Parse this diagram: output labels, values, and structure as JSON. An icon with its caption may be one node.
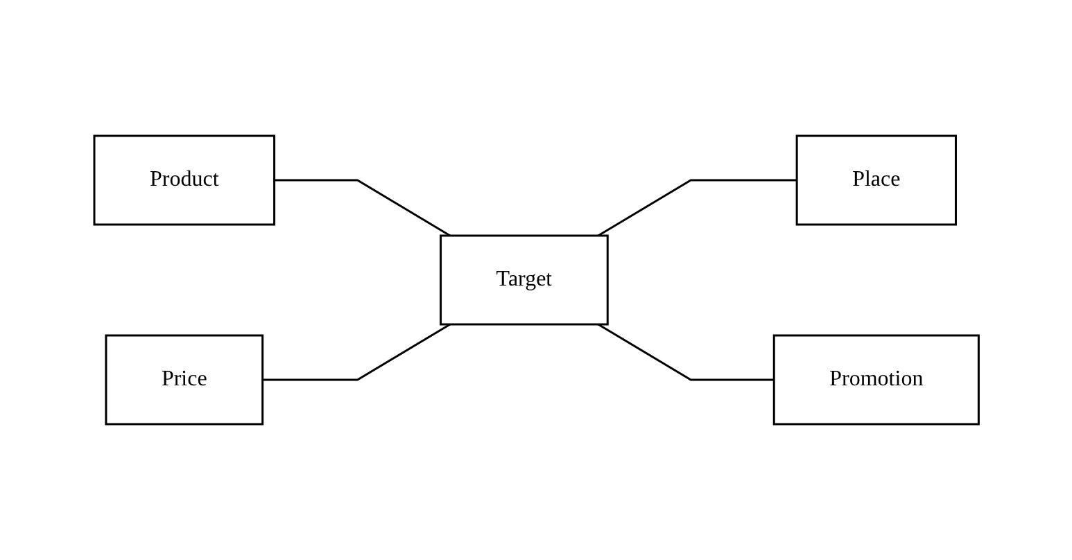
{
  "diagram": {
    "nodes": [
      {
        "text": [
          "Product"
        ]
      },
      {
        "text": [
          "Place"
        ]
      },
      {
        "text": [
          "Target"
        ]
      },
      {
        "text": [
          "Price"
        ]
      },
      {
        "text": [
          "Promotion"
        ]
      }
    ],
    "edges": [
      {
        "from": 0,
        "to": 2,
        "arrow": "none"
      },
      {
        "from": 2,
        "to": 1,
        "arrow": "none"
      },
      {
        "from": 3,
        "to": 2,
        "arrow": "none"
      },
      {
        "from": 2,
        "to": 4,
        "arrow": "none"
      }
    ]
  }
}
